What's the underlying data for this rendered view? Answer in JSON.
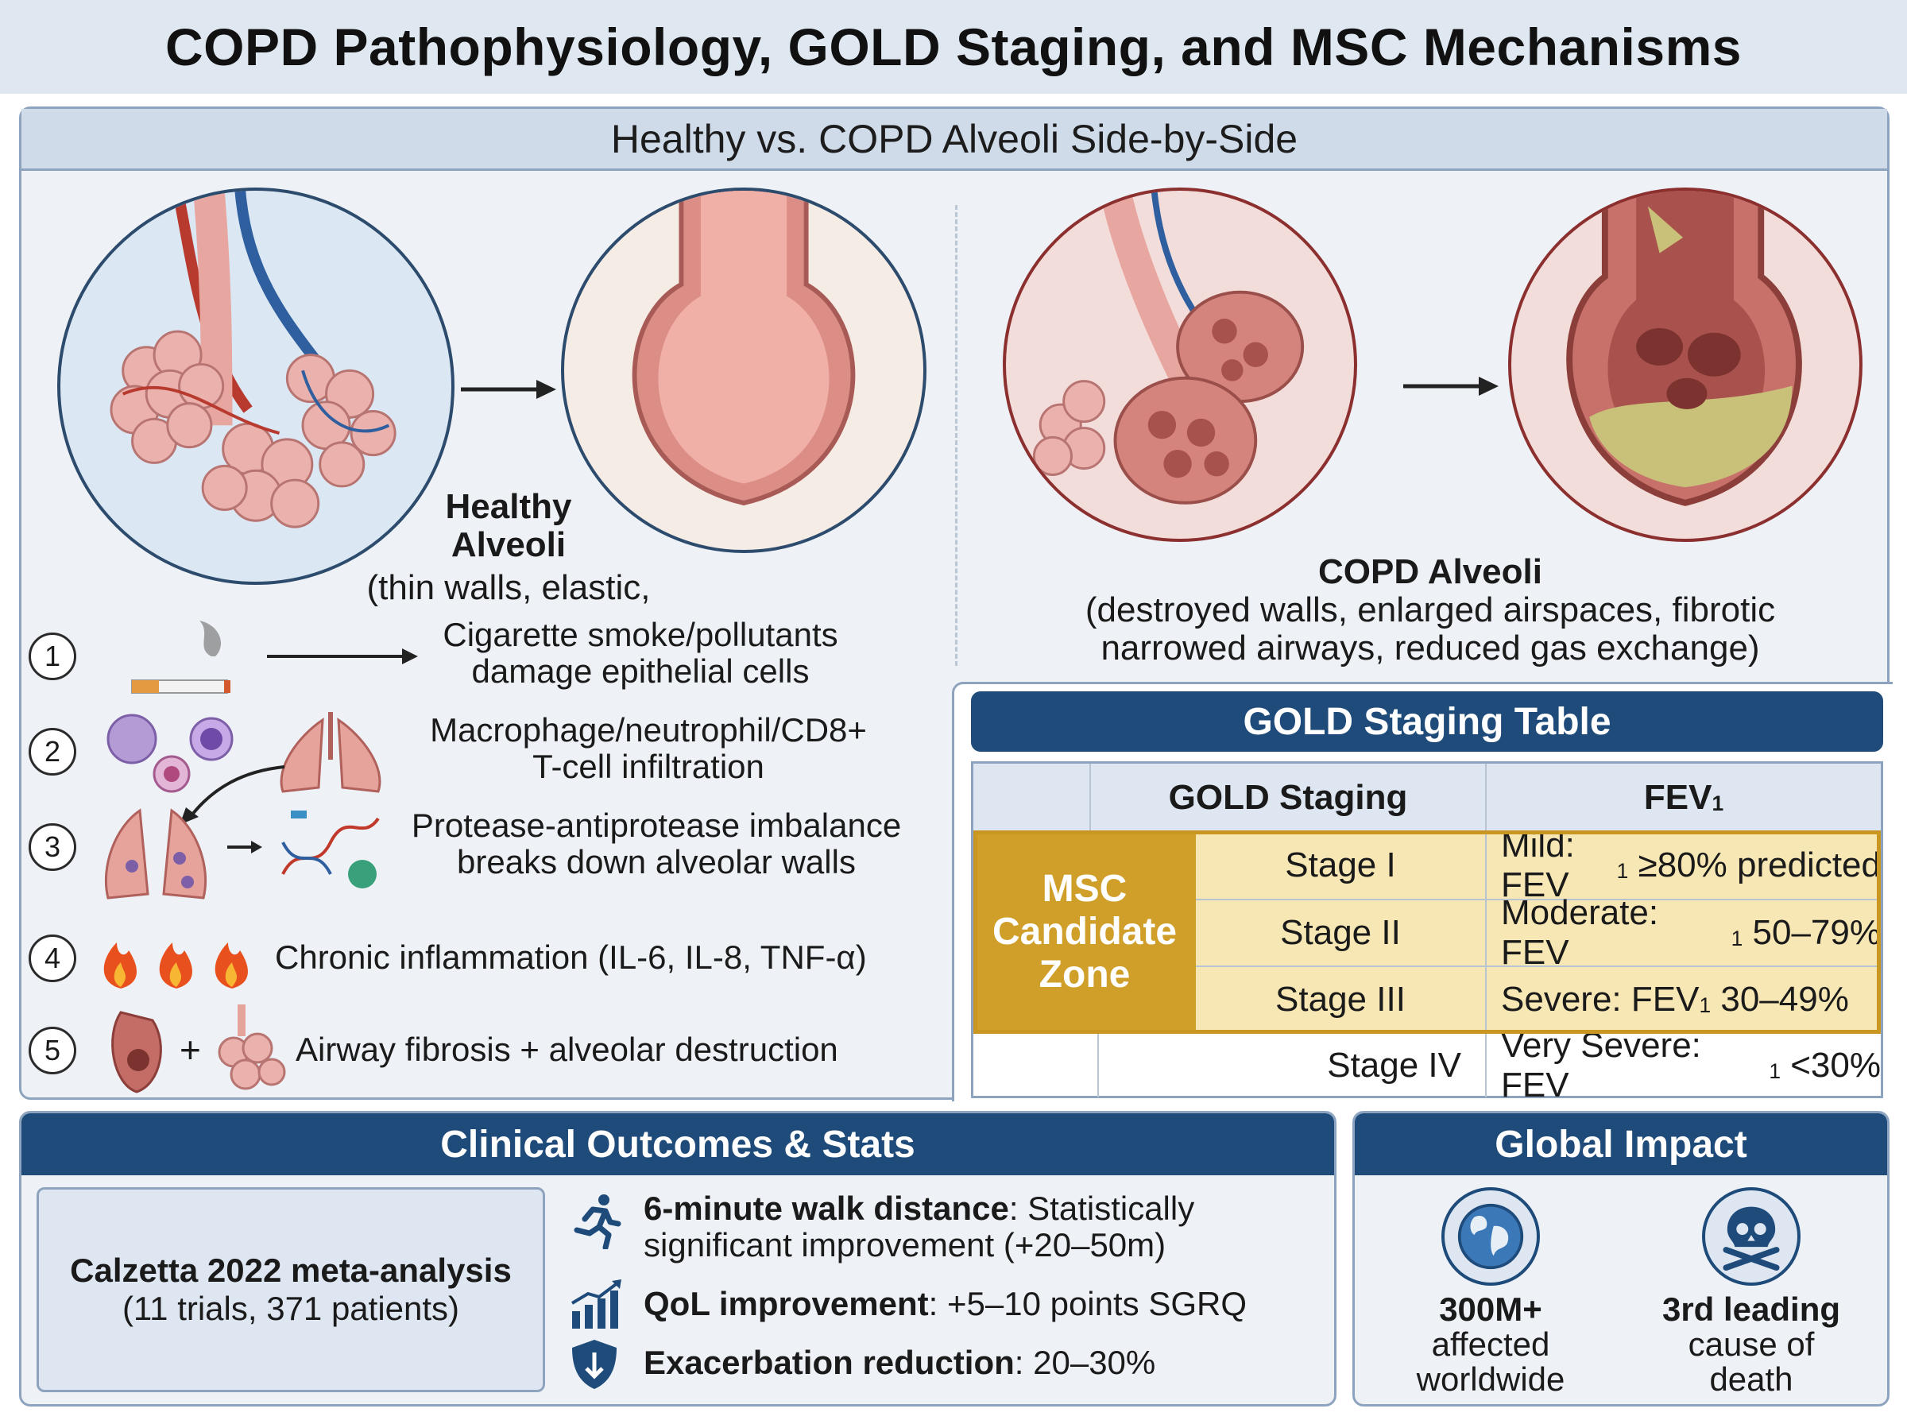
{
  "title": "COPD Pathophysiology, GOLD Staging, and MSC Mechanisms",
  "alveoli_panel": {
    "heading": "Healthy vs. COPD Alveoli Side-by-Side",
    "healthy_title_line1": "Healthy",
    "healthy_title_line2": "Alveoli",
    "healthy_desc": "(thin walls, elastic,",
    "copd_title": "COPD Alveoli",
    "copd_desc_line1": "(destroyed walls, enlarged airspaces, fibrotic",
    "copd_desc_line2": "narrowed airways, reduced gas exchange)"
  },
  "steps": [
    {
      "num": "1",
      "line1": "Cigarette smoke/pollutants",
      "line2": "damage epithelial cells",
      "icon": "cigarette-icon"
    },
    {
      "num": "2",
      "line1": "Macrophage/neutrophil/CD8+",
      "line2": "T-cell infiltration",
      "icon": "immune-cells-icon"
    },
    {
      "num": "3",
      "line1": "Protease-antiprotease imbalance",
      "line2": "breaks down alveolar walls",
      "icon": "protease-icon"
    },
    {
      "num": "4",
      "line1": "Chronic inflammation (IL-6, IL-8, TNF-α)",
      "line2": "",
      "icon": "fire-icon"
    },
    {
      "num": "5",
      "line1": "Airway fibrosis + alveolar destruction",
      "line2": "",
      "icon": "airway-icon",
      "plus": "+"
    }
  ],
  "gold_table": {
    "heading": "GOLD Staging Table",
    "col_staging": "GOLD Staging",
    "col_fev": "FEV",
    "col_fev_sub": "1",
    "msc_zone_line1": "MSC",
    "msc_zone_line2": "Candidate",
    "msc_zone_line3": "Zone",
    "rows": [
      {
        "stage": "Stage I",
        "fev_pre": "Mild: FEV",
        "fev_sub": "1",
        "fev_post": " ≥80% predicted"
      },
      {
        "stage": "Stage II",
        "fev_pre": "Moderate: FEV",
        "fev_sub": "1",
        "fev_post": " 50–79%"
      },
      {
        "stage": "Stage III",
        "fev_pre": "Severe: FEV",
        "fev_sub": "1",
        "fev_post": " 30–49%"
      },
      {
        "stage": "Stage IV",
        "fev_pre": "Very Severe: FEV",
        "fev_sub": "1",
        "fev_post": " <30%"
      }
    ],
    "accent_color": "#cf9f2a",
    "highlight_color": "#f7e7b4"
  },
  "clinical": {
    "heading": "Clinical Outcomes & Stats",
    "study_title": "Calzetta 2022 meta-analysis",
    "study_sub": "(11 trials, 371 patients)",
    "outcomes": [
      {
        "icon": "running-person-icon",
        "label": "6-minute walk distance",
        "text": ": Statistically",
        "text2": "significant improvement (+20–50m)"
      },
      {
        "icon": "bar-chart-growth-icon",
        "label": "QoL improvement",
        "text": ": +5–10 points SGRQ",
        "text2": ""
      },
      {
        "icon": "shield-down-icon",
        "label": "Exacerbation reduction",
        "text": ": 20–30%",
        "text2": ""
      }
    ]
  },
  "global": {
    "heading": "Global Impact",
    "stat1_bold": "300M+",
    "stat1_line2": "affected",
    "stat1_line3": "worldwide",
    "stat2_bold": "3rd leading",
    "stat2_line2": "cause of",
    "stat2_line3": "death"
  },
  "colors": {
    "header_dark": "#1f4b7a",
    "panel_border": "#8ea4be",
    "panel_bg": "#eef2f7"
  }
}
